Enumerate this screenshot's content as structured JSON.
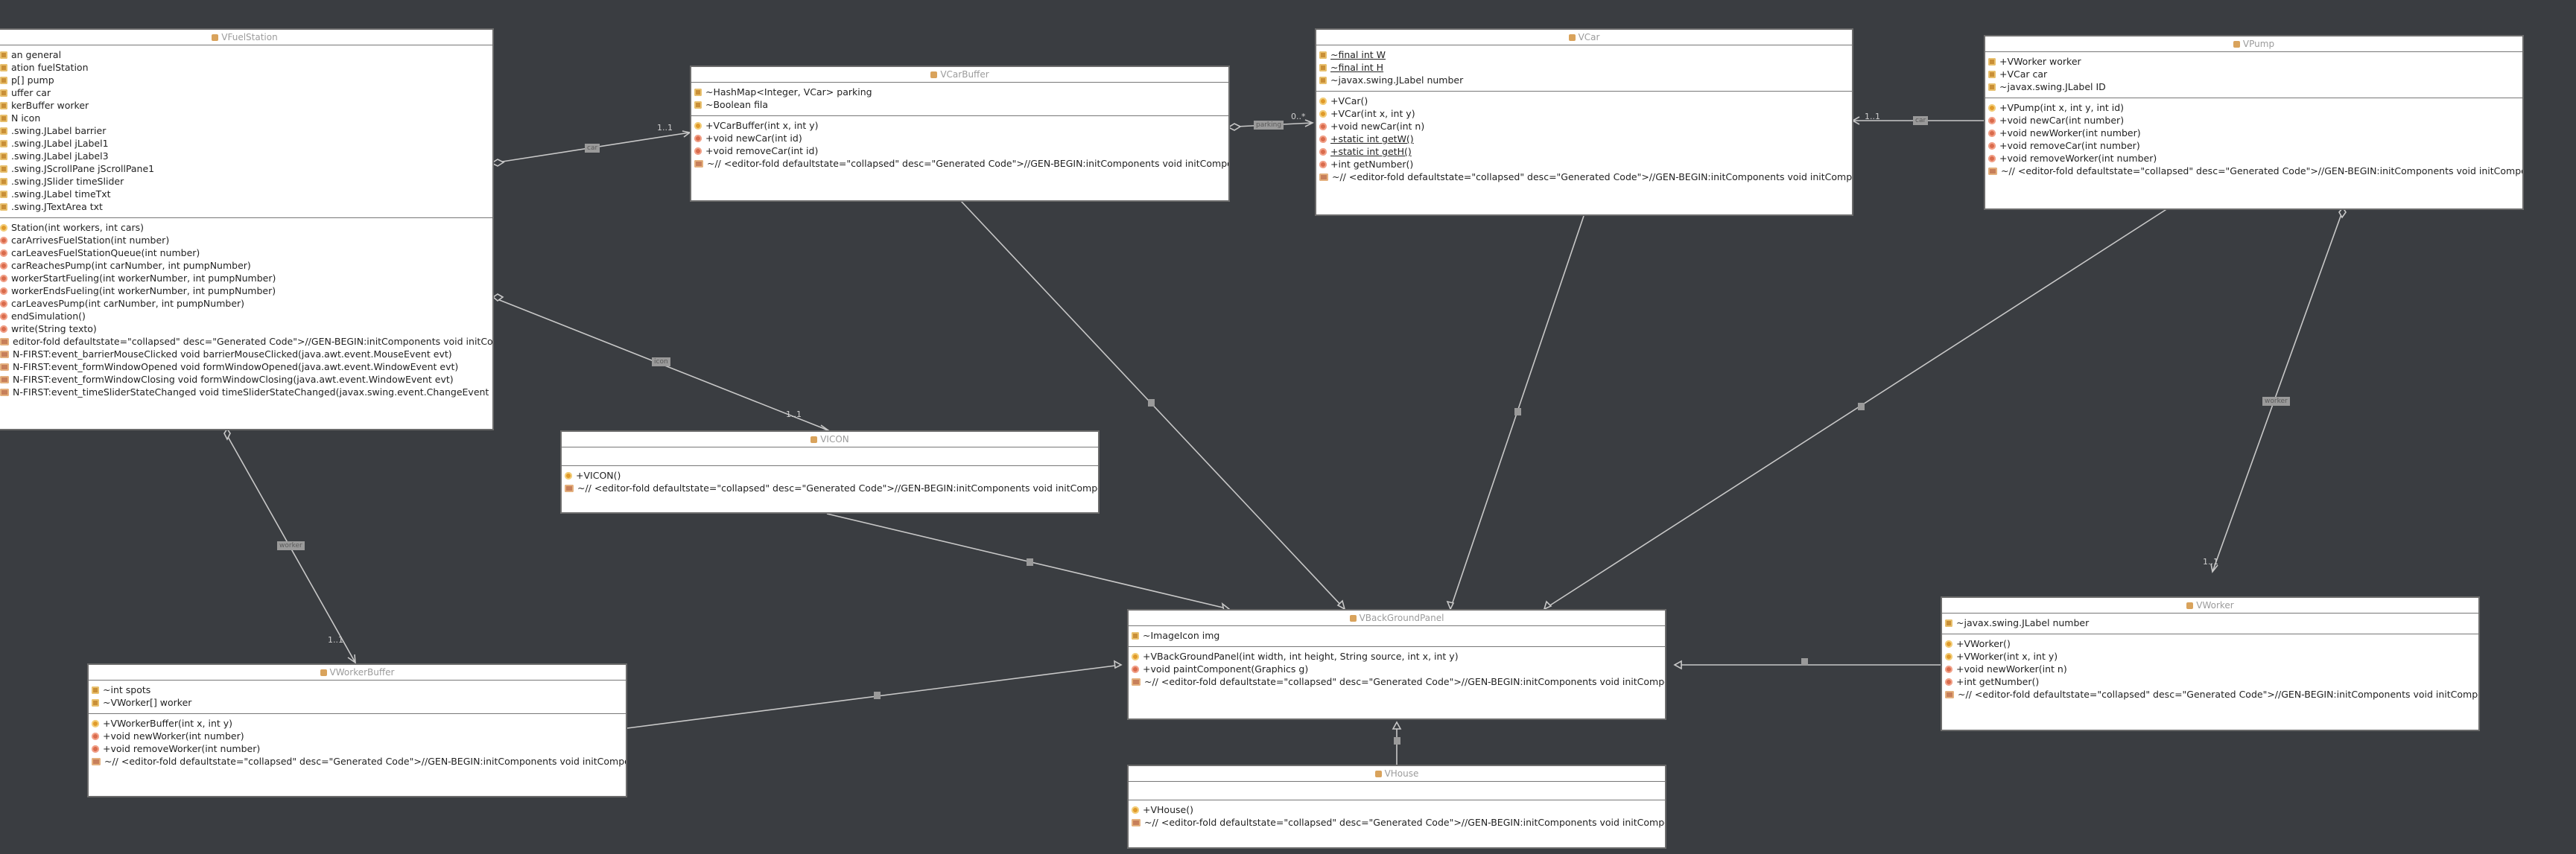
{
  "colors": {
    "background": "#3a3d41",
    "class_fill": "#ffffff",
    "border": "#6b6b6b",
    "line": "#c8c8c8",
    "title": "#9b9b9b"
  },
  "classes": {
    "fuelstation": {
      "name": "VFuelStation",
      "fields": [
        {
          "text": "an general",
          "icon": "field-icon"
        },
        {
          "text": "ation fuelStation",
          "icon": "field-icon"
        },
        {
          "text": "p[] pump",
          "icon": "field-icon"
        },
        {
          "text": "uffer car",
          "icon": "field-icon"
        },
        {
          "text": "kerBuffer worker",
          "icon": "field-icon"
        },
        {
          "text": "N icon",
          "icon": "field-icon"
        },
        {
          "text": ".swing.JLabel barrier",
          "icon": "field-icon"
        },
        {
          "text": ".swing.JLabel jLabel1",
          "icon": "field-icon"
        },
        {
          "text": ".swing.JLabel jLabel3",
          "icon": "field-icon"
        },
        {
          "text": ".swing.JScrollPane jScrollPane1",
          "icon": "field-icon"
        },
        {
          "text": ".swing.JSlider timeSlider",
          "icon": "field-icon"
        },
        {
          "text": ".swing.JLabel timeTxt",
          "icon": "field-icon"
        },
        {
          "text": ".swing.JTextArea txt",
          "icon": "field-icon"
        }
      ],
      "methods": [
        {
          "text": "Station(int workers, int cars)",
          "icon": "constructor-icon"
        },
        {
          "text": "carArrivesFuelStation(int number)",
          "icon": "method-icon"
        },
        {
          "text": "carLeavesFuelStationQueue(int number)",
          "icon": "method-icon"
        },
        {
          "text": "carReachesPump(int carNumber, int pumpNumber)",
          "icon": "method-icon"
        },
        {
          "text": "workerStartFueling(int workerNumber, int pumpNumber)",
          "icon": "method-icon"
        },
        {
          "text": "workerEndsFueling(int workerNumber, int pumpNumber)",
          "icon": "method-icon"
        },
        {
          "text": "carLeavesPump(int carNumber, int pumpNumber)",
          "icon": "method-icon"
        },
        {
          "text": "endSimulation()",
          "icon": "method-icon"
        },
        {
          "text": "write(String texto)",
          "icon": "method-icon"
        },
        {
          "text": "editor-fold defaultstate=\"collapsed\" desc=\"Generated Code\">//GEN-BEGIN:initComponents void initComponents()",
          "icon": "fold-icon"
        },
        {
          "text": "N-FIRST:event_barrierMouseClicked void barrierMouseClicked(java.awt.event.MouseEvent evt)",
          "icon": "fold-icon"
        },
        {
          "text": "N-FIRST:event_formWindowOpened void formWindowOpened(java.awt.event.WindowEvent evt)",
          "icon": "fold-icon"
        },
        {
          "text": "N-FIRST:event_formWindowClosing void formWindowClosing(java.awt.event.WindowEvent evt)",
          "icon": "fold-icon"
        },
        {
          "text": "N-FIRST:event_timeSliderStateChanged void timeSliderStateChanged(javax.swing.event.ChangeEvent evt)",
          "icon": "fold-icon"
        }
      ]
    },
    "carbuffer": {
      "name": "VCarBuffer",
      "fields": [
        {
          "text": "~HashMap<Integer, VCar> parking",
          "icon": "field-icon"
        },
        {
          "text": "~Boolean fila",
          "icon": "field-icon"
        }
      ],
      "methods": [
        {
          "text": "+VCarBuffer(int x, int y)",
          "icon": "constructor-icon"
        },
        {
          "text": "+void newCar(int id)",
          "icon": "method-icon"
        },
        {
          "text": "+void removeCar(int id)",
          "icon": "method-icon"
        },
        {
          "text": "~// <editor-fold defaultstate=\"collapsed\" desc=\"Generated Code\">//GEN-BEGIN:initComponents void initComponents()",
          "icon": "fold-icon"
        }
      ]
    },
    "car": {
      "name": "VCar",
      "fields": [
        {
          "text": "~final int W",
          "icon": "field-icon",
          "underline": true
        },
        {
          "text": "~final int H",
          "icon": "field-icon",
          "underline": true
        },
        {
          "text": "~javax.swing.JLabel number",
          "icon": "field-icon"
        }
      ],
      "methods": [
        {
          "text": "+VCar()",
          "icon": "constructor-icon"
        },
        {
          "text": "+VCar(int x, int y)",
          "icon": "constructor-icon"
        },
        {
          "text": "+void newCar(int n)",
          "icon": "method-icon"
        },
        {
          "text": "+static int getW()",
          "icon": "method-icon",
          "underline": true
        },
        {
          "text": "+static int getH()",
          "icon": "method-icon",
          "underline": true
        },
        {
          "text": "+int getNumber()",
          "icon": "method-icon"
        },
        {
          "text": "~// <editor-fold defaultstate=\"collapsed\" desc=\"Generated Code\">//GEN-BEGIN:initComponents void initComponents()",
          "icon": "fold-icon"
        }
      ]
    },
    "pump": {
      "name": "VPump",
      "fields": [
        {
          "text": "+VWorker worker",
          "icon": "field-icon"
        },
        {
          "text": "+VCar car",
          "icon": "field-icon"
        },
        {
          "text": "~javax.swing.JLabel ID",
          "icon": "field-icon"
        }
      ],
      "methods": [
        {
          "text": "+VPump(int x, int y, int id)",
          "icon": "constructor-icon"
        },
        {
          "text": "+void newCar(int number)",
          "icon": "method-icon"
        },
        {
          "text": "+void newWorker(int number)",
          "icon": "method-icon"
        },
        {
          "text": "+void removeCar(int number)",
          "icon": "method-icon"
        },
        {
          "text": "+void removeWorker(int number)",
          "icon": "method-icon"
        },
        {
          "text": "~// <editor-fold defaultstate=\"collapsed\" desc=\"Generated Code\">//GEN-BEGIN:initComponents void initComponents()",
          "icon": "fold-icon"
        }
      ]
    },
    "vicon": {
      "name": "VICON",
      "methods": [
        {
          "text": "+VICON()",
          "icon": "constructor-icon"
        },
        {
          "text": "~// <editor-fold defaultstate=\"collapsed\" desc=\"Generated Code\">//GEN-BEGIN:initComponents void initComponents()",
          "icon": "fold-icon"
        }
      ]
    },
    "background": {
      "name": "VBackGroundPanel",
      "fields": [
        {
          "text": "~ImageIcon img",
          "icon": "field-icon"
        }
      ],
      "methods": [
        {
          "text": "+VBackGroundPanel(int width, int height, String source, int x, int y)",
          "icon": "constructor-icon"
        },
        {
          "text": "+void paintComponent(Graphics g)",
          "icon": "method-icon"
        },
        {
          "text": "~// <editor-fold defaultstate=\"collapsed\" desc=\"Generated Code\">//GEN-BEGIN:initComponents void initComponents()",
          "icon": "fold-icon"
        }
      ]
    },
    "workerbuffer": {
      "name": "VWorkerBuffer",
      "fields": [
        {
          "text": "~int spots",
          "icon": "field-icon"
        },
        {
          "text": "~VWorker[] worker",
          "icon": "field-icon"
        }
      ],
      "methods": [
        {
          "text": "+VWorkerBuffer(int x, int y)",
          "icon": "constructor-icon"
        },
        {
          "text": "+void newWorker(int number)",
          "icon": "method-icon"
        },
        {
          "text": "+void removeWorker(int number)",
          "icon": "method-icon"
        },
        {
          "text": "~// <editor-fold defaultstate=\"collapsed\" desc=\"Generated Code\">//GEN-BEGIN:initComponents void initComponents()",
          "icon": "fold-icon"
        }
      ]
    },
    "worker": {
      "name": "VWorker",
      "fields": [
        {
          "text": "~javax.swing.JLabel number",
          "icon": "field-icon"
        }
      ],
      "methods": [
        {
          "text": "+VWorker()",
          "icon": "constructor-icon"
        },
        {
          "text": "+VWorker(int x, int y)",
          "icon": "constructor-icon"
        },
        {
          "text": "+void newWorker(int n)",
          "icon": "method-icon"
        },
        {
          "text": "+int getNumber()",
          "icon": "method-icon"
        },
        {
          "text": "~// <editor-fold defaultstate=\"collapsed\" desc=\"Generated Code\">//GEN-BEGIN:initComponents void initComponents()",
          "icon": "fold-icon"
        }
      ]
    },
    "house": {
      "name": "VHouse",
      "methods": [
        {
          "text": "+VHouse()",
          "icon": "constructor-icon"
        },
        {
          "text": "~// <editor-fold defaultstate=\"collapsed\" desc=\"Generated Code\">//GEN-BEGIN:initComponents void initComponents()",
          "icon": "fold-icon"
        }
      ]
    }
  },
  "multiplicities": {
    "fs_carbuffer": "1..1",
    "cb_car": "0..*",
    "pump_car": "1..1",
    "fs_vicon": "1..1",
    "fs_workerbuffer": "1..1",
    "pump_worker": "1..1"
  },
  "edge_labels": {
    "fs_carbuffer": "car",
    "cb_car": "parking",
    "pump_car": "car",
    "fs_vicon": "icon",
    "fs_workerbuffer": "worker",
    "pump_worker": "worker"
  }
}
